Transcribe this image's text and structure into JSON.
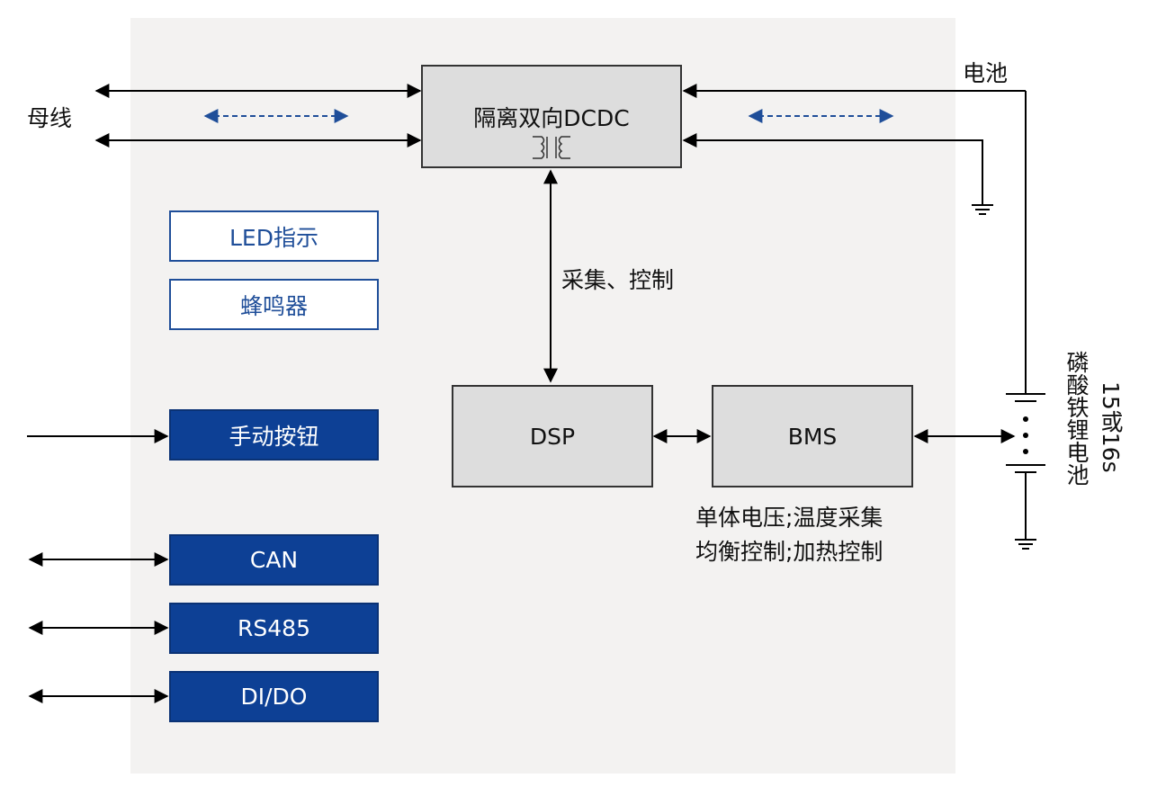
{
  "left": {
    "bus_label": "母线",
    "led_label": "LED指示",
    "buzzer_label": "蜂鸣器",
    "manual_button_label": "手动按钮",
    "can_label": "CAN",
    "rs485_label": "RS485",
    "dido_label": "DI/DO"
  },
  "center": {
    "dcdc_label": "隔离双向DCDC",
    "acquire_control_label": "采集、控制",
    "dsp_label": "DSP",
    "bms_label": "BMS",
    "bms_function_line1": "单体电压;温度采集",
    "bms_function_line2": "均衡控制;加热控制"
  },
  "right": {
    "battery_label": "电池",
    "battery_pack_line1": "15或16s",
    "battery_pack_line2": "磷酸铁锂电池"
  },
  "colors": {
    "panel_bg": "#f3f2f1",
    "blue_fill": "#0d4095",
    "blue_outline": "#1f4e99",
    "grey_box": "#dddddd",
    "dashed_arrow": "#1f4e99",
    "line": "#000000"
  }
}
